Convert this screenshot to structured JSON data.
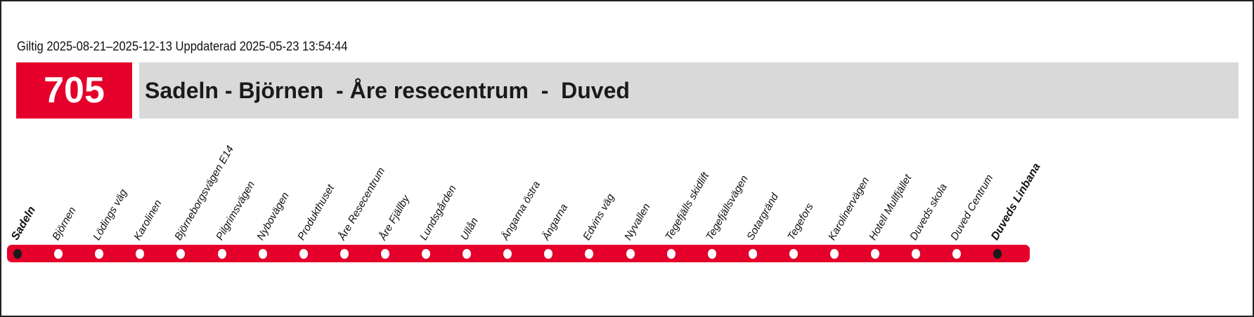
{
  "validity": "Giltig 2025-08-21–2025-12-13 Uppdaterad 2025-05-23 13:54:44",
  "route": {
    "number": "705",
    "title": "Sadeln - Björnen  - Åre resecentrum  -  Duved",
    "color": "#e4002b"
  },
  "stops": [
    {
      "name": "Sadeln",
      "terminal": true
    },
    {
      "name": "Björnen"
    },
    {
      "name": "Lödings väg"
    },
    {
      "name": "Karolinen"
    },
    {
      "name": "Björneborgsvägen E14"
    },
    {
      "name": "Pilgrimsvägen"
    },
    {
      "name": "Nybovägen"
    },
    {
      "name": "Produkthuset"
    },
    {
      "name": "Åre Resecentrum"
    },
    {
      "name": "Åre Fjällby"
    },
    {
      "name": "Lundsgården"
    },
    {
      "name": "Ullån"
    },
    {
      "name": "Ängarna östra"
    },
    {
      "name": "Ängarna"
    },
    {
      "name": "Edvins väg"
    },
    {
      "name": "Nyvallen"
    },
    {
      "name": "Tegefjälls skidlift"
    },
    {
      "name": "Tegefjällsvägen"
    },
    {
      "name": "Sotargränd"
    },
    {
      "name": "Tegefors"
    },
    {
      "name": "Karolinervägen"
    },
    {
      "name": "Hotell Mullfjället"
    },
    {
      "name": "Duveds skola"
    },
    {
      "name": "Duved Centrum"
    },
    {
      "name": "Duveds Linbana",
      "terminal": true
    }
  ]
}
